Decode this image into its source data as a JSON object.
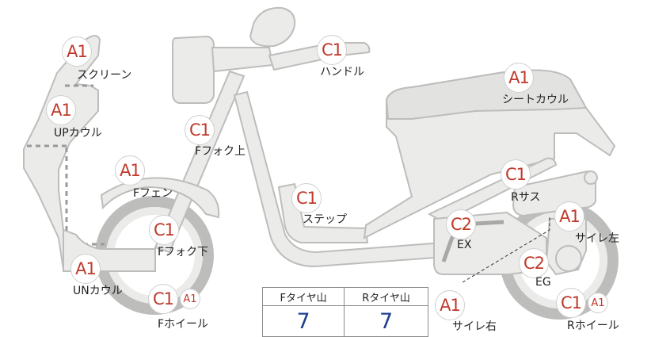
{
  "parts": [
    {
      "id": "screen",
      "grade": "A1",
      "label": "スクリーン"
    },
    {
      "id": "up-cowl",
      "grade": "A1",
      "label": "UPカウル"
    },
    {
      "id": "f-fender",
      "grade": "A1",
      "label": "Fフェン"
    },
    {
      "id": "un-cowl",
      "grade": "A1",
      "label": "UNカウル"
    },
    {
      "id": "f-wheel",
      "grade": "C1",
      "grade_secondary": "A1",
      "label": "Fホイール"
    },
    {
      "id": "f-fork-lower",
      "grade": "C1",
      "label": "Fフォク下"
    },
    {
      "id": "f-fork-upper",
      "grade": "C1",
      "label": "Fフォク上"
    },
    {
      "id": "handle",
      "grade": "C1",
      "label": "ハンドル"
    },
    {
      "id": "step",
      "grade": "C1",
      "label": "ステップ"
    },
    {
      "id": "seat-cowl",
      "grade": "A1",
      "label": "シートカウル"
    },
    {
      "id": "r-sus",
      "grade": "C1",
      "label": "Rサス"
    },
    {
      "id": "ex",
      "grade": "C2",
      "label": "EX"
    },
    {
      "id": "eg",
      "grade": "C2",
      "label": "EG"
    },
    {
      "id": "muffler-left",
      "grade": "A1",
      "label": "サイレ左"
    },
    {
      "id": "muffler-right",
      "grade": "A1",
      "label": "サイレ右"
    },
    {
      "id": "r-wheel",
      "grade": "C1",
      "grade_secondary": "A1",
      "label": "Rホイール"
    }
  ],
  "tire_table": {
    "headers": [
      "Fタイヤ山",
      "Rタイヤ山"
    ],
    "values": [
      "7",
      "7"
    ]
  },
  "colors": {
    "grade_text": "#c0392b",
    "tire_value": "#1f3f8f",
    "body_fill": "#ebebea",
    "body_stroke": "#bdbdbb"
  }
}
